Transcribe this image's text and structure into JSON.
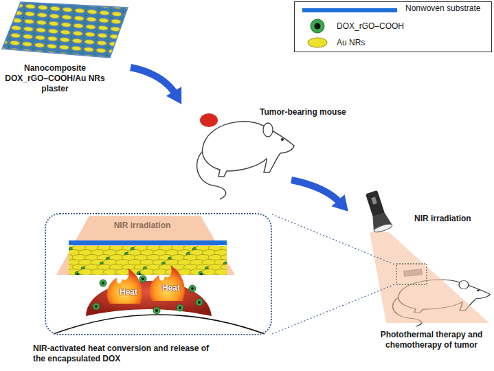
{
  "diagram": {
    "nodes": [
      {
        "text": [
          "NIR irradiation",
          "Heat",
          "Heat"
        ]
      }
    ],
    "labels": [
      "Nanocomposite DOX_rGO–COOH/Au NRs plaster",
      "Tumor-bearing mouse",
      "NIR irradiation",
      "Photothermal therapy and chemotherapy of tumor",
      "NIR-activated heat conversion and release of the encapsulated DOX"
    ],
    "legend": [
      {
        "text": "Nonwoven substrate"
      },
      {
        "text": "DOX_rGO–COOH"
      },
      {
        "text": "Au NRs"
      }
    ]
  }
}
